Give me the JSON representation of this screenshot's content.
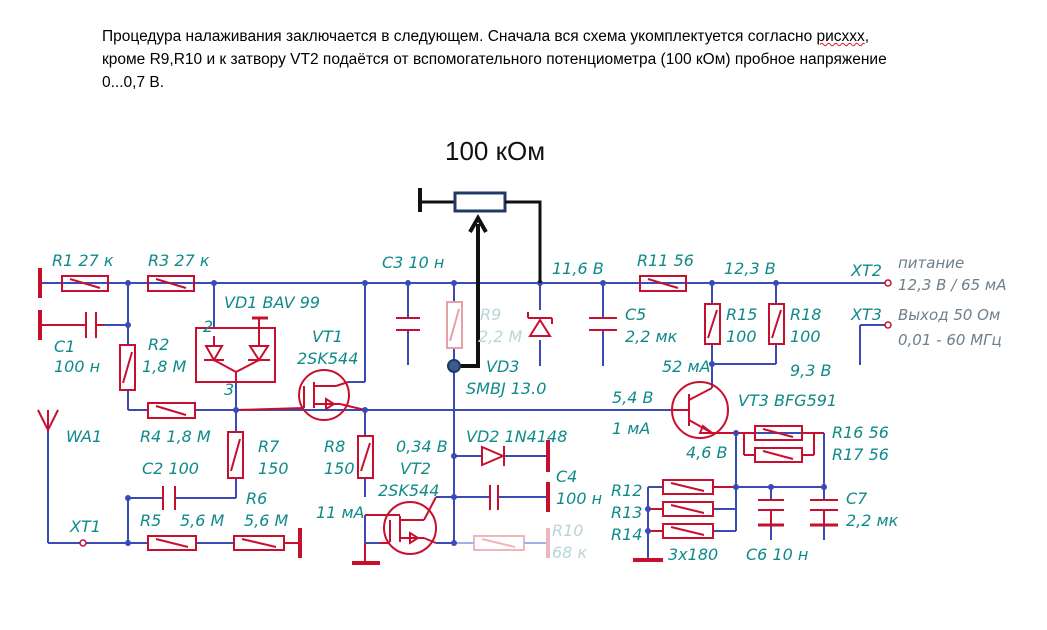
{
  "instructions": {
    "part1": "Процедура налаживания заключается в следующем. Сначала вся схема укомплектуется согласно ",
    "misspelled": "рисххх",
    "part2": ", кроме R9,R10 и к затвору VT2 подаётся от вспомогательного потенциометра (100 кОм) пробное напряжение 0...0,7 В."
  },
  "potentiometer": {
    "label": "100 кОм"
  },
  "components": {
    "r1": "R1  27 к",
    "r3": "R3  27 к",
    "c3": "C3  10 н",
    "r11": "R11  56",
    "xt2": "XT2",
    "power_label": "питание",
    "power_value": "12,3 В / 65 мА",
    "xt3": "XT3",
    "out_label": "Выход 50 Ом",
    "out_value": "0,01 - 60 МГц",
    "vd1": "VD1  BAV 99",
    "c1": "C1",
    "c1v": "100 н",
    "r2": "R2",
    "r2v": "1,8 М",
    "vt1": "VT1",
    "vt1v": "2SK544",
    "r9": "R9",
    "r9v": "2,2 М",
    "vd3": "VD3",
    "vd3v": "SMBJ 13.0",
    "c5": "C5",
    "c5v": "2,2 мк",
    "r15": "R15",
    "r15v": "100",
    "r18": "R18",
    "r18v": "100",
    "r4": "R4  1,8 М",
    "r7": "R7",
    "r7v": "150",
    "wa1": "WA1",
    "r8": "R8",
    "r8v": "150",
    "vt2": "VT2",
    "vt2v": "2SK544",
    "vd2": "VD2  1N4148",
    "c4": "C4",
    "c4v": "100 н",
    "vt3": "VT3  BFG591",
    "r16": "R16  56",
    "r17": "R17  56",
    "c2": "C2  100",
    "r6": "R6",
    "r5": "R5",
    "r5v": "5,6 М",
    "r6v": "5,6 М",
    "xt1": "XT1",
    "r10": "R10",
    "r10v": "68 к",
    "r12": "R12",
    "r13": "R13",
    "r14": "R14",
    "r12_14v": "3x180",
    "c6": "C6  10 н",
    "c7": "C7",
    "c7v": "2,2 мк",
    "pin2": "2",
    "pin3": "3"
  },
  "measurements": {
    "v11_6": "11,6 В",
    "v12_3": "12,3 В",
    "i52": "52 мА",
    "v9_3": "9,3 В",
    "v5_4": "5,4 В",
    "i1": "1 мА",
    "v4_6": "4,6 В",
    "v0_34": "0,34 В",
    "i11": "11 мА"
  },
  "colors": {
    "wire": "#3a4bb6",
    "component": "#c8102e",
    "label": "#0e8a8a",
    "probe": "#1f3a68"
  }
}
